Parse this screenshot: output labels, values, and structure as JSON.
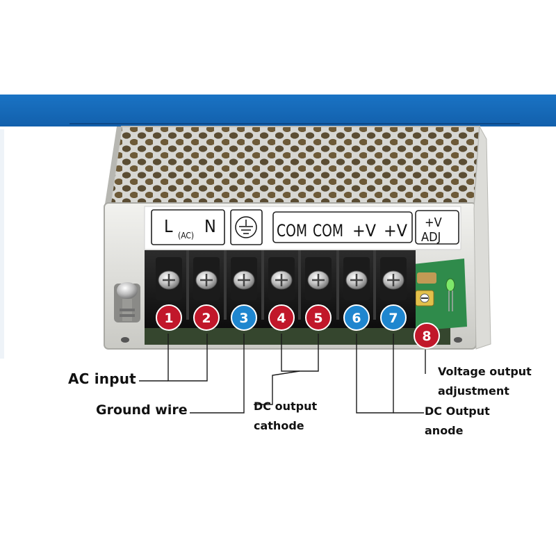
{
  "colors": {
    "banner_blue": "#1669b8",
    "red_badge": "#c1172a",
    "blue_badge": "#1f86cf"
  },
  "label_plate": {
    "ac_l": "L",
    "ac_sub": "(AC)",
    "ac_n": "N",
    "ground_symbol": "earth-ground-icon",
    "com_1": "COM",
    "com_2": "COM",
    "v_1": "+V",
    "v_2": "+V",
    "adj_top": "+V",
    "adj_bottom": "ADJ"
  },
  "terminals": [
    {
      "number": "1",
      "color": "red"
    },
    {
      "number": "2",
      "color": "red"
    },
    {
      "number": "3",
      "color": "blue"
    },
    {
      "number": "4",
      "color": "red"
    },
    {
      "number": "5",
      "color": "red"
    },
    {
      "number": "6",
      "color": "blue"
    },
    {
      "number": "7",
      "color": "blue"
    },
    {
      "number": "8",
      "color": "red"
    }
  ],
  "callouts": {
    "ac_input": "AC input",
    "ground_wire": "Ground wire",
    "dc_cathode_line1": "DC output",
    "dc_cathode_line2": "cathode",
    "dc_anode_line1": "DC Output",
    "dc_anode_line2": "anode",
    "voltage_line1": "Voltage output",
    "voltage_line2": "adjustment"
  }
}
